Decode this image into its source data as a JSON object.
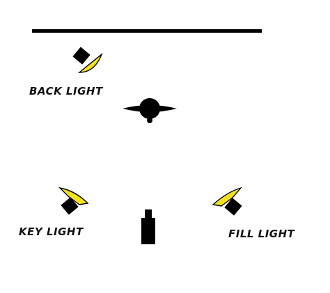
{
  "diagram": {
    "background_color": "#ffffff",
    "line_color": "#000000",
    "light_reflector_color": "#f2e21e",
    "backdrop": {
      "name": "backdrop-line"
    },
    "lights": [
      {
        "id": "back",
        "label": "BACK LIGHT",
        "icon": "spotlight-icon"
      },
      {
        "id": "key",
        "label": "KEY LIGHT",
        "icon": "spotlight-icon"
      },
      {
        "id": "fill",
        "label": "FILL LIGHT",
        "icon": "spotlight-icon"
      }
    ],
    "subject": {
      "icon": "subject-top-view-icon"
    },
    "camera": {
      "icon": "camera-icon"
    }
  }
}
